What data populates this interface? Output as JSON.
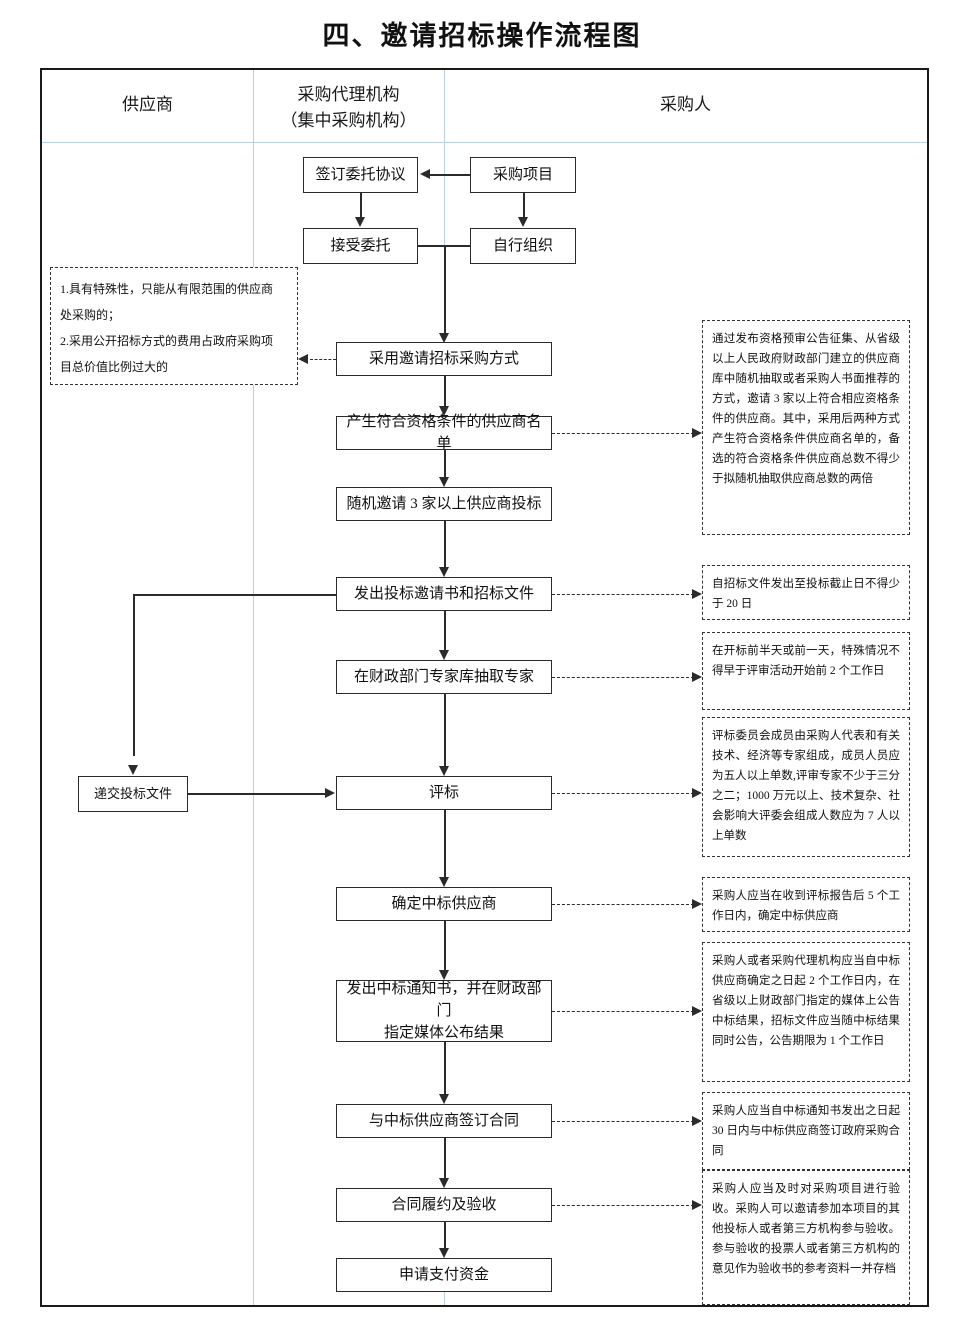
{
  "title": "四、邀请招标操作流程图",
  "lanes": [
    {
      "id": "supplier",
      "label": "供应商"
    },
    {
      "id": "agency",
      "label": "采购代理机构",
      "sublabel": "（集中采购机构）"
    },
    {
      "id": "purchaser",
      "label": "采购人"
    }
  ],
  "boxes": [
    {
      "id": "sign-entrust",
      "label": "签订委托协议"
    },
    {
      "id": "purchase-project",
      "label": "采购项目"
    },
    {
      "id": "accept-entrust",
      "label": "接受委托"
    },
    {
      "id": "self-organize",
      "label": "自行组织"
    },
    {
      "id": "adopt-invite",
      "label": "采用邀请招标采购方式"
    },
    {
      "id": "qualified-list",
      "label": "产生符合资格条件的供应商名单"
    },
    {
      "id": "invite-three",
      "label": "随机邀请 3 家以上供应商投标"
    },
    {
      "id": "issue-invitation",
      "label": "发出投标邀请书和招标文件"
    },
    {
      "id": "draw-experts",
      "label": "在财政部门专家库抽取专家"
    },
    {
      "id": "submit-bid",
      "label": "递交投标文件"
    },
    {
      "id": "evaluate",
      "label": "评标"
    },
    {
      "id": "determine-winner",
      "label": "确定中标供应商"
    },
    {
      "id": "issue-notice",
      "label": "发出中标通知书，并在财政部门\n指定媒体公布结果",
      "line1": "发出中标通知书，并在财政部门",
      "line2": "指定媒体公布结果"
    },
    {
      "id": "sign-contract",
      "label": "与中标供应商签订合同"
    },
    {
      "id": "perform-accept",
      "label": "合同履约及验收"
    },
    {
      "id": "apply-payment",
      "label": "申请支付资金"
    }
  ],
  "notes": {
    "left_conditions": "1.具有特殊性，只能从有限范围的供应商处采购的；\n2.采用公开招标方式的费用占政府采购项目总价值比例过大的",
    "left_conditions_l1": "1.具有特殊性，只能从有限范围的供应商",
    "left_conditions_l2": "处采购的；",
    "left_conditions_l3": "2.采用公开招标方式的费用占政府采购项",
    "left_conditions_l4": "目总价值比例过大的",
    "qualified_list_note": "通过发布资格预审公告征集、从省级以上人民政府财政部门建立的供应商库中随机抽取或者采购人书面推荐的方式，邀请 3 家以上符合相应资格条件的供应商。其中，采用后两种方式产生符合资格条件供应商名单的，备选的符合资格条件供应商总数不得少于拟随机抽取供应商总数的两倍",
    "invitation_note": "自招标文件发出至投标截止日不得少于 20 日",
    "experts_note": "在开标前半天或前一天，特殊情况不得早于评审活动开始前 2 个工作日",
    "evaluate_note": "评标委员会成员由采购人代表和有关技术、经济等专家组成，成员人员应为五人以上单数,评审专家不少于三分之二；1000 万元以上、技术复杂、社会影响大评委会组成人数应为 7 人以上单数",
    "determine_note": "采购人应当在收到评标报告后 5 个工作日内，确定中标供应商",
    "notice_note": "采购人或者采购代理机构应当自中标供应商确定之日起 2 个工作日内，在省级以上财政部门指定的媒体上公告中标结果，招标文件应当随中标结果同时公告，公告期限为 1 个工作日",
    "contract_note": "采购人应当自中标通知书发出之日起 30 日内与中标供应商签订政府采购合同",
    "acceptance_note": "采购人应当及时对采购项目进行验收。采购人可以邀请参加本项目的其他投标人或者第三方机构参与验收。参与验收的投票人或者第三方机构的意见作为验收书的参考资料一并存档"
  },
  "colors": {
    "frame_border": "#1a1a1a",
    "lane_divider": "#b9cfdc",
    "box_border": "#2b2b2b",
    "line": "#2b2b2b",
    "text": "#111111"
  }
}
